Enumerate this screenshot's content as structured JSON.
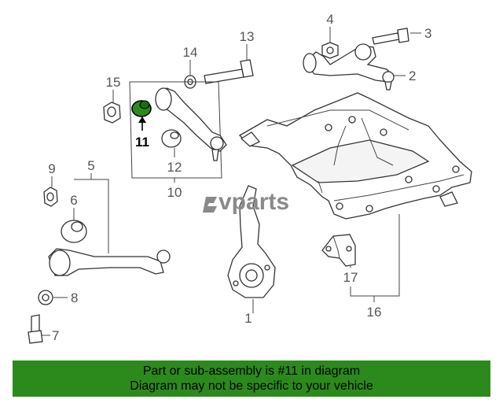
{
  "logo": {
    "text": "vparts",
    "mark": "ev-logo-icon"
  },
  "callouts": [
    {
      "id": "c1",
      "label": "1"
    },
    {
      "id": "c2",
      "label": "2"
    },
    {
      "id": "c3",
      "label": "3"
    },
    {
      "id": "c4",
      "label": "4"
    },
    {
      "id": "c5",
      "label": "5"
    },
    {
      "id": "c6",
      "label": "6"
    },
    {
      "id": "c7",
      "label": "7"
    },
    {
      "id": "c8",
      "label": "8"
    },
    {
      "id": "c9",
      "label": "9"
    },
    {
      "id": "c10",
      "label": "10"
    },
    {
      "id": "c11",
      "label": "11"
    },
    {
      "id": "c12",
      "label": "12"
    },
    {
      "id": "c13",
      "label": "13"
    },
    {
      "id": "c14",
      "label": "14"
    },
    {
      "id": "c15",
      "label": "15"
    },
    {
      "id": "c16",
      "label": "16"
    },
    {
      "id": "c17",
      "label": "17"
    }
  ],
  "highlight": {
    "part": "11",
    "color": "#2b8a1b"
  },
  "banner": {
    "line1": "Part or sub-assembly is #11 in diagram",
    "line2": "Diagram may not be specific to your vehicle",
    "color": "#2b8a1b"
  }
}
